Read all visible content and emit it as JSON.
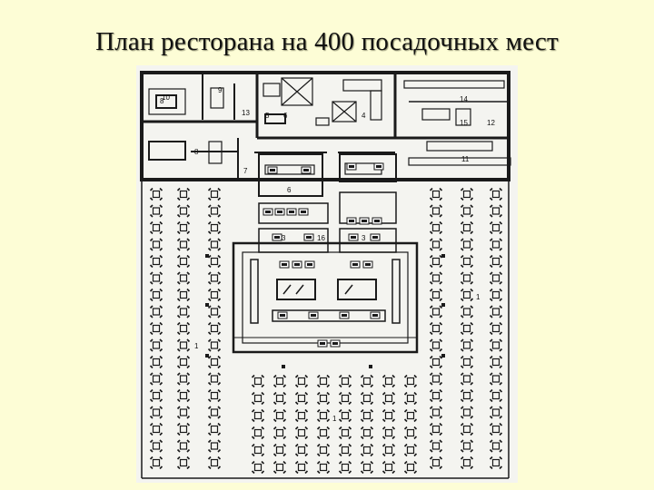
{
  "title": "План ресторана на 400 посадочных мест",
  "room_numbers": [
    "10",
    "9",
    "13",
    "8",
    "6",
    "4",
    "5",
    "14",
    "15",
    "12",
    "8",
    "7",
    "11",
    "6",
    "3",
    "16",
    "3",
    "1",
    "1",
    "1"
  ],
  "colors": {
    "background": "#fdfdd6",
    "ink": "#1a1a1a",
    "paper": "#f4f4f0"
  }
}
